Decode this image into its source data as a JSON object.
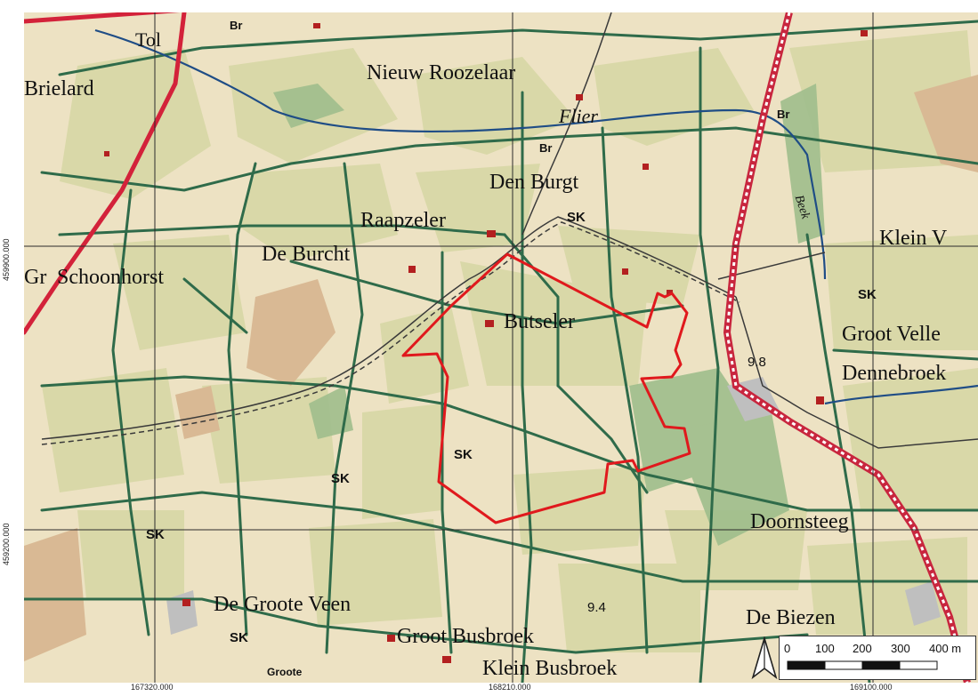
{
  "coordinates": {
    "y": [
      "459900.000",
      "459200.000"
    ],
    "x": [
      "167320.000",
      "168210.000",
      "169100.000"
    ]
  },
  "places": {
    "brielard": "Brielard",
    "tol": "Tol",
    "br1": "Br",
    "nieuw_roozelaar": "Nieuw Roozelaar",
    "flier": "Flier",
    "br2": "Br",
    "br3": "Br",
    "den_burgt": "Den Burgt",
    "raapzeler": "Raapzeler",
    "sk1": "SK",
    "beek": "Beek",
    "klein_v": "Klein V",
    "de_burcht": "De Burcht",
    "schoonhorst": "Schoonhorst",
    "gr": "Gr",
    "sk2": "SK",
    "butseler": "Butseler",
    "groot_velle": "Groot Velle",
    "elev1": "9.8",
    "dennebroek": "Dennebroek",
    "sk3": "SK",
    "sk4": "SK",
    "sk5": "SK",
    "doornsteeg": "Doornsteeg",
    "de_groote_veen": "De Groote Veen",
    "elev2": "9.4",
    "de_biezen": "De Biezen",
    "sk6": "SK",
    "groot_busbroek": "Groot Busbroek",
    "klein_busbroek": "Klein Busbroek",
    "groote": "Groote"
  },
  "scale": {
    "ticks": [
      "0",
      "100",
      "200",
      "300",
      "400 m"
    ]
  },
  "colors": {
    "boundary": "#e0191d",
    "road_main": "#d3223a",
    "field": "#dcd9ab",
    "paper": "#ede2c3",
    "hedge": "#2f6b4a",
    "wood": "#9fbe8c"
  }
}
